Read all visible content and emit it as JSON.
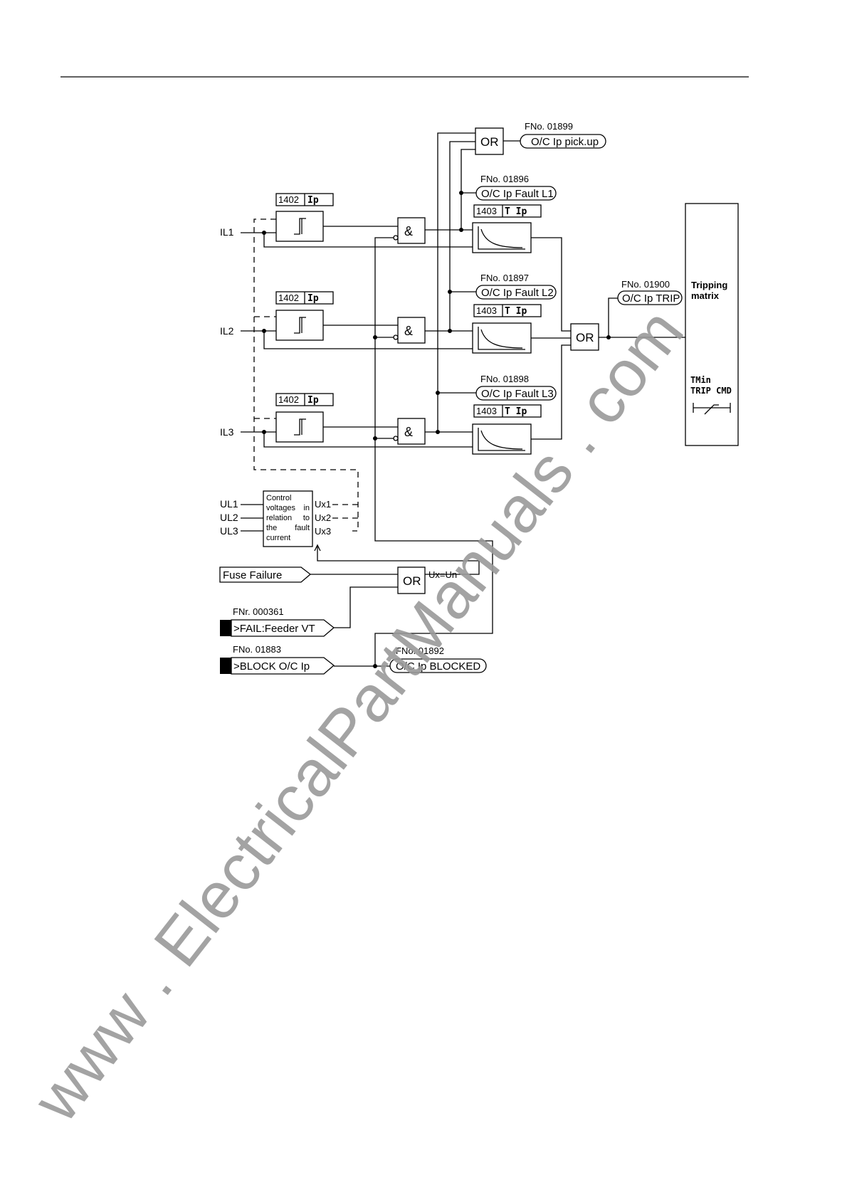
{
  "signals": {
    "il1": "IL1",
    "il2": "IL2",
    "il3": "IL3",
    "ul1": "UL1",
    "ul2": "UL2",
    "ul3": "UL3"
  },
  "param_ip": {
    "addr": "1402",
    "name": "Ip"
  },
  "param_tip": {
    "addr": "1403",
    "name": "T Ip"
  },
  "gates": {
    "and": "&",
    "or": "OR"
  },
  "outputs": {
    "pickup": {
      "fno": "FNo. 01899",
      "label": "O/C Ip pick.up"
    },
    "fault_l1": {
      "fno": "FNo. 01896",
      "label": "O/C Ip Fault L1"
    },
    "fault_l2": {
      "fno": "FNo. 01897",
      "label": "O/C Ip Fault L2"
    },
    "fault_l3": {
      "fno": "FNo. 01898",
      "label": "O/C Ip Fault L3"
    },
    "trip": {
      "fno": "FNo. 01900",
      "label": "O/C Ip TRIP"
    },
    "blocked": {
      "fno": "FNo. 01892",
      "label": "O/C Ip BLOCKED"
    }
  },
  "tripping_matrix": {
    "title_1": "Tripping",
    "title_2": "matrix",
    "tmin_1": "TMin",
    "tmin_2": "TRIP CMD"
  },
  "control_box": {
    "line1": "Control",
    "line2a": "voltages",
    "line2b": "in",
    "line3a": "relation",
    "line3b": "to",
    "line4a": "the",
    "line4b": "fault",
    "line5": "current",
    "ux1": "Ux1",
    "ux2": "Ux2",
    "ux3": "Ux3"
  },
  "ux_un": "Ux=Un",
  "inputs": {
    "fuse_failure": "Fuse Failure",
    "feeder_vt": {
      "fno": "FNr. 000361",
      "label": ">FAIL:Feeder VT"
    },
    "block_ip": {
      "fno": "FNo. 01883",
      "label": ">BLOCK O/C Ip"
    }
  },
  "watermark": "www . ElectricalPartManuals . com"
}
